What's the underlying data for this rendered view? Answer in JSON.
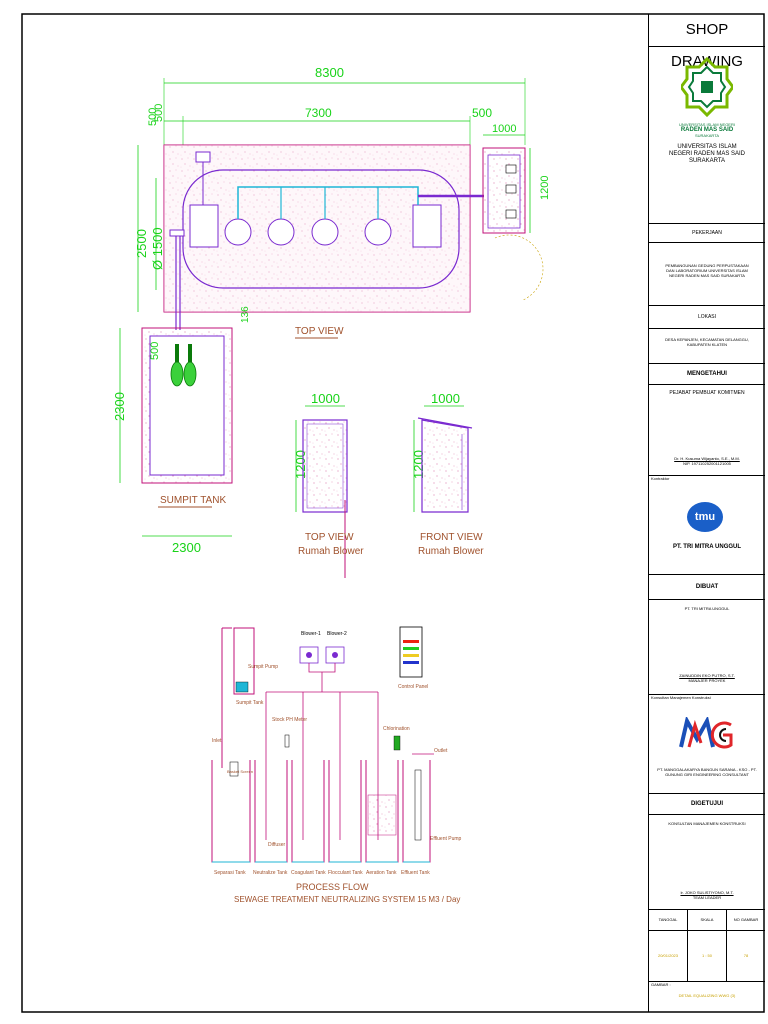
{
  "colors": {
    "dim": "#19d319",
    "outline": "#c0107a",
    "tank": "#7a2ad0",
    "pipe": "#1fb6d6",
    "label": "#a0522d"
  },
  "dimensions": {
    "overall": "8300",
    "inner": "7300",
    "left_a": "500",
    "left_b": "500",
    "right": "500",
    "blower_w": "1000",
    "blower_h": "1200",
    "height": "2500",
    "diameter": "Ø 1500",
    "sumpit_w": "2300",
    "sumpit_h": "2300",
    "sumpit_gap": "500",
    "gap_136": "136",
    "blower_top_w": "1000",
    "blower_top_h": "1200",
    "blower_front_w": "1000",
    "blower_front_h": "1200"
  },
  "views": {
    "top_view": "TOP VIEW",
    "sumpit_tank": "SUMPIT TANK",
    "blower_top_1": "TOP VIEW",
    "blower_top_2": "Rumah Blower",
    "blower_front_1": "FRONT VIEW",
    "blower_front_2": "Rumah Blower"
  },
  "process": {
    "title": "PROCESS FLOW",
    "subtitle": "SEWAGE TREATMENT NEUTRALIZING SYSTEM 15 M3 / Day",
    "blower1": "Blower-1",
    "blower2": "Blower-2",
    "control_panel": "Control Panel",
    "sumpit_pump": "Sumpit Pump",
    "sumpit_tank": "Sumpit Tank",
    "stock_ph": "Stock PH Meter",
    "chlorination": "Chlorination",
    "inlet": "Inlet",
    "outlet": "Outlet",
    "basket_screen": "Basket Screen",
    "effluent_pump": "Effluent Pump",
    "diffuser": "Diffuser",
    "tanks": [
      "Separasi Tank",
      "Neutralize Tank",
      "Coagulant Tank",
      "Flocculant Tank",
      "Aeration Tank",
      "Effluent Tank"
    ]
  },
  "title_block": {
    "header": "SHOP DRAWING",
    "university_small": "UNIVERSITAS ISLAM NEGERI",
    "university_name": "RADEN MAS SAID",
    "university_city": "SURAKARTA",
    "university_full": "UNIVERSITAS ISLAM NEGERI RADEN MAS SAID SURAKARTA",
    "pekerjaan_label": "PEKERJAAN",
    "pekerjaan_text": "PEMBANGUNAN GEDUNG PERPUSTAKAAN DAN LABORATORIUM UNIVERSITAS ISLAM NEGERI RADEN MAS SAID SURAKARTA",
    "lokasi_label": "LOKASI",
    "lokasi_text": "DESA KEPANJEN, KECAMATAN DELANGGU, KABUPATEN KLATEN",
    "mengetahui_label": "MENGETAHUI",
    "ppk": "PEJABAT PEMBUAT KOMITMEN",
    "ppk_name": "Dr. H. Kusuma Wijayanto, S.E., M.M.",
    "ppk_nip": "NIP. 197110252001121005",
    "kontraktor_label": "Kontraktor",
    "kontraktor_logo": "tmu",
    "kontraktor_name": "PT. TRI MITRA UNGGUL",
    "dibuat_label": "DIBUAT",
    "dibuat_company": "PT. TRI MITRA UNGGUL",
    "dibuat_name": "ZAINUDDIN EKO PUTRO, S.T.",
    "dibuat_role": "MANAJER PROYEK",
    "mk_label": "Konsultan Manajemen Konstruksi",
    "mk_company": "PT. MANGGALAKARYA BANGUN SARANA - KSO - PT. GUNUNG GIRI ENGINEERING CONSULTANT",
    "digetujui_label": "DIGETUJUI",
    "digetujui_company": "KONSULTAN MANAJEMEN KONSTRUKSI",
    "digetujui_name": "Ir. JOKO SULISTIYONO, M.T.",
    "digetujui_role": "TEAM LEADER",
    "col_tanggal": "TANGGAL",
    "col_skala": "SKALA",
    "col_no": "NO GAMBAR",
    "tanggal": "20/01/2023",
    "skala": "1 : 50",
    "no": "78",
    "gambar_label": "GAMBAR :",
    "gambar_text": "DETAIL EQUALIZING WWG (3)"
  }
}
